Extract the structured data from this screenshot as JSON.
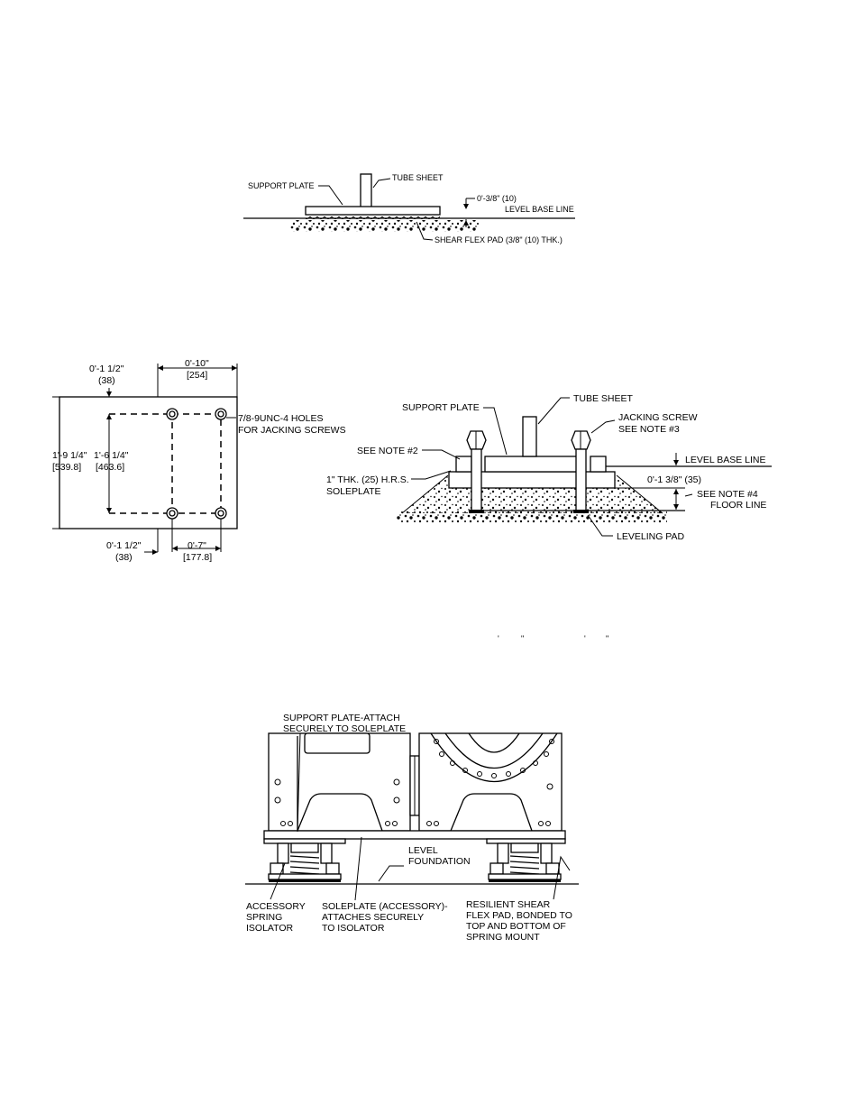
{
  "figure1": {
    "support_plate": "SUPPORT PLATE",
    "tube_sheet": "TUBE  SHEET",
    "dim": "0'-3/8\" (10)",
    "level_base_line": "LEVEL BASE LINE",
    "shear_flex_pad": "SHEAR FLEX PAD (3/8\" (10) THK.)"
  },
  "figure2": {
    "dim_top_left_a": "0'-1 1/2\"",
    "dim_top_left_b": "(38)",
    "dim_width_a": "0'-10\"",
    "dim_width_b": "[254]",
    "holes_a": "7/8-9UNC-4 HOLES",
    "holes_b": "FOR JACKING SCREWS",
    "dim_height_a": "1'-9 1/4\"",
    "dim_height_b": "[539.8]",
    "dim_hole_height_a": "1'-6 1/4\"",
    "dim_hole_height_b": "[463.6]",
    "dim_bottom_left_a": "0'-1 1/2\"",
    "dim_bottom_left_b": "(38)",
    "dim_hole_width_a": "0'-7\"",
    "dim_hole_width_b": "[177.8]"
  },
  "figure3": {
    "support_plate": "SUPPORT PLATE",
    "tube_sheet": "TUBE SHEET",
    "jacking_screw_a": "JACKING SCREW",
    "jacking_screw_b": "SEE NOTE #3",
    "see_note_2": "SEE NOTE #2",
    "level_base_line": "LEVEL BASE LINE",
    "soleplate_a": "1\" THK. (25) H.R.S.",
    "soleplate_b": "SOLEPLATE",
    "dim": "0'-1 3/8\" (35)",
    "see_note_4": "SEE NOTE #4",
    "floor_line": "FLOOR LINE",
    "leveling_pad": "LEVELING PAD"
  },
  "stray_marks": [
    "'",
    "\"",
    "'",
    "\""
  ],
  "figure4": {
    "support_plate_a": "SUPPORT PLATE-ATTACH",
    "support_plate_b": "SECURELY TO SOLEPLATE",
    "level_a": "LEVEL",
    "level_b": "FOUNDATION",
    "isolator_a": "ACCESSORY",
    "isolator_b": "SPRING",
    "isolator_c": "ISOLATOR",
    "soleplate_a": "SOLEPLATE (ACCESSORY)-",
    "soleplate_b": "ATTACHES SECURELY",
    "soleplate_c": "TO ISOLATOR",
    "pad_a": "RESILIENT SHEAR",
    "pad_b": "FLEX PAD, BONDED TO",
    "pad_c": "TOP AND BOTTOM OF",
    "pad_d": "SPRING MOUNT"
  }
}
